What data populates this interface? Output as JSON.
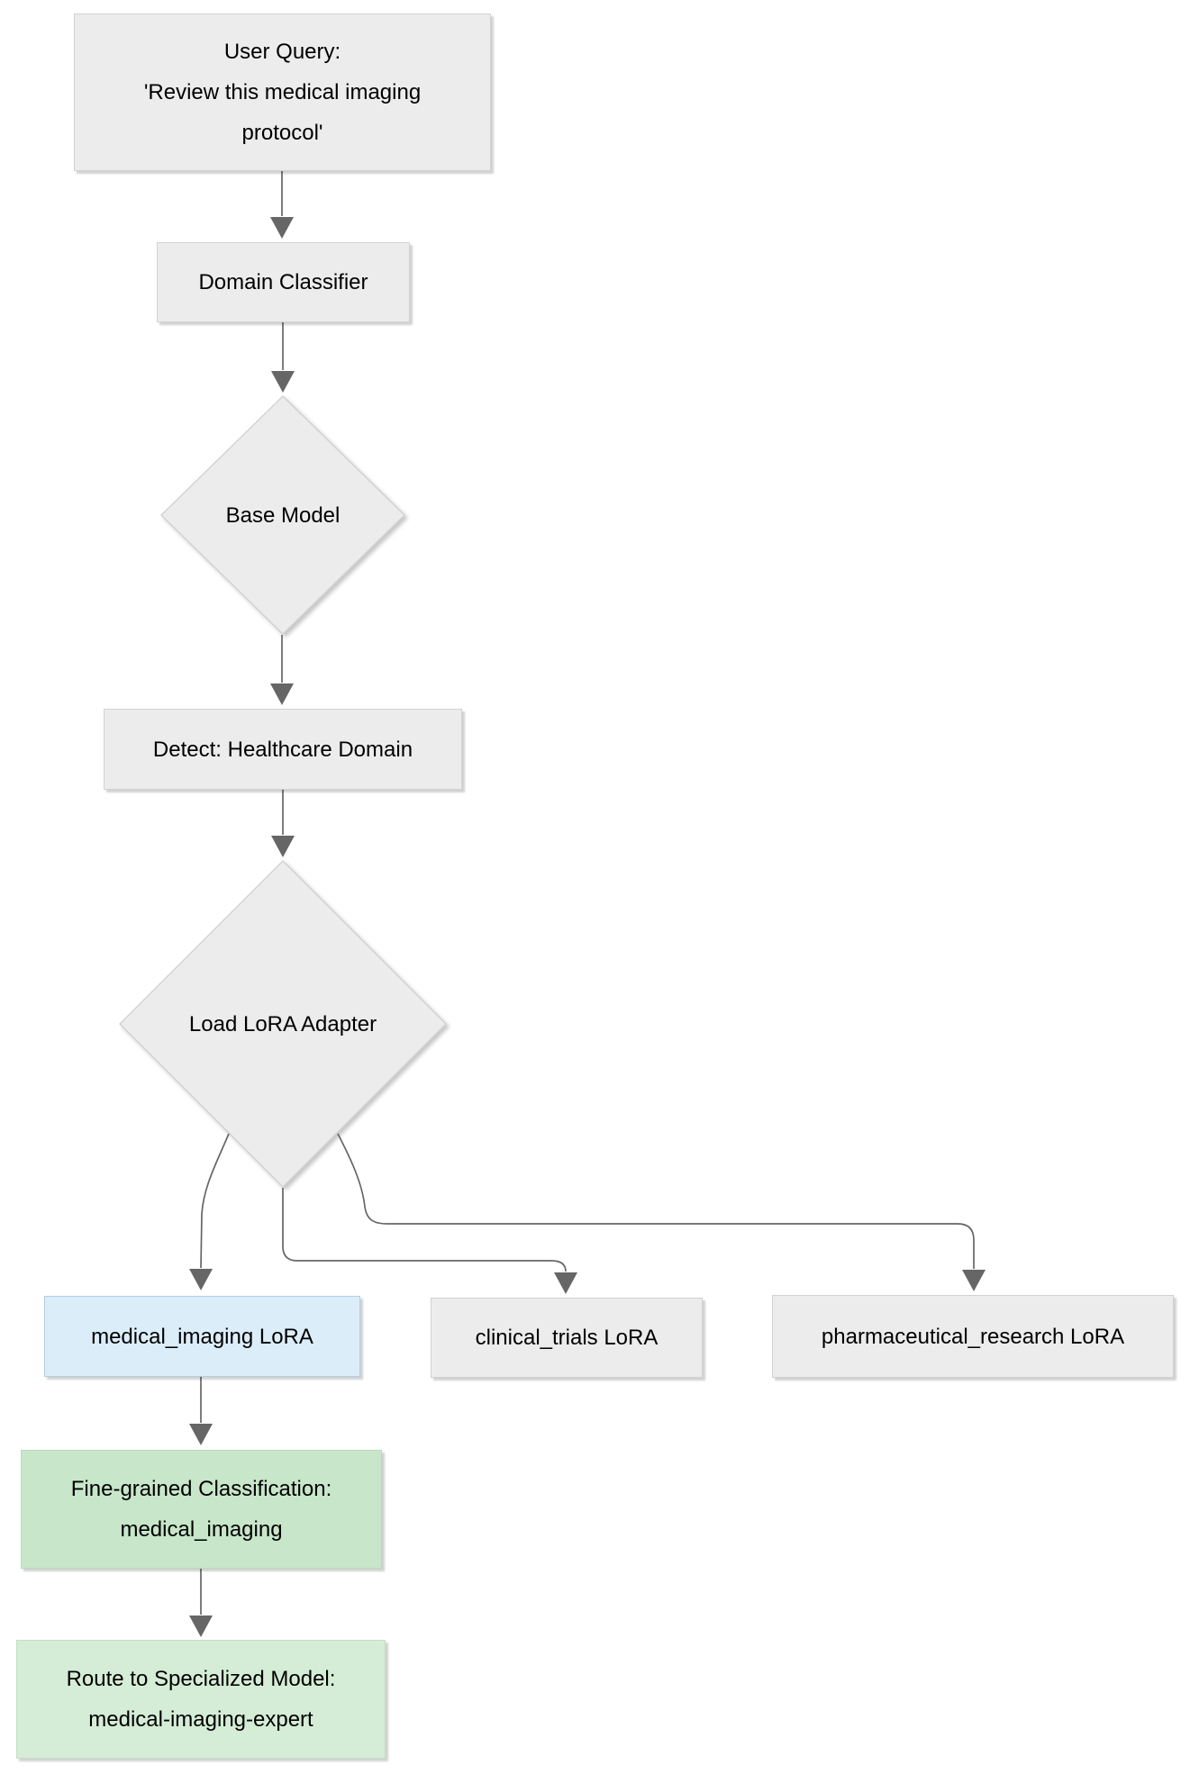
{
  "diagram": {
    "type": "flowchart-top-down",
    "nodes": {
      "user_query": {
        "label": "User Query:\n'Review this medical imaging\nprotocol'"
      },
      "domain_classifier": {
        "label": "Domain Classifier"
      },
      "base_model": {
        "label": "Base Model",
        "shape": "diamond"
      },
      "detect_healthcare": {
        "label": "Detect: Healthcare Domain"
      },
      "load_lora_adapter": {
        "label": "Load LoRA Adapter",
        "shape": "diamond"
      },
      "medical_imaging_lora": {
        "label": "medical_imaging LoRA"
      },
      "clinical_trials_lora": {
        "label": "clinical_trials LoRA"
      },
      "pharmaceutical_research_lora": {
        "label": "pharmaceutical_research LoRA"
      },
      "fine_grained_classification": {
        "label": "Fine-grained Classification:\nmedical_imaging"
      },
      "route_to_specialized_model": {
        "label": "Route to Specialized Model:\nmedical-imaging-expert"
      }
    },
    "edges": [
      {
        "from": "user_query",
        "to": "domain_classifier"
      },
      {
        "from": "domain_classifier",
        "to": "base_model"
      },
      {
        "from": "base_model",
        "to": "detect_healthcare"
      },
      {
        "from": "detect_healthcare",
        "to": "load_lora_adapter"
      },
      {
        "from": "load_lora_adapter",
        "to": "medical_imaging_lora"
      },
      {
        "from": "load_lora_adapter",
        "to": "clinical_trials_lora"
      },
      {
        "from": "load_lora_adapter",
        "to": "pharmaceutical_research_lora"
      },
      {
        "from": "medical_imaging_lora",
        "to": "fine_grained_classification"
      },
      {
        "from": "fine_grained_classification",
        "to": "route_to_specialized_model"
      }
    ]
  },
  "colors": {
    "node_gray_fill": "#ececec",
    "node_border": "#d2d2d2",
    "blue_fill": "#dcedfa",
    "blue_border": "#b3cfde",
    "green1_fill": "#c8e6c9",
    "green1_border": "#bdd8be",
    "green2_fill": "#d5ecd6",
    "green2_border": "#c6dec7",
    "edge": "#666666",
    "text": "#000000"
  }
}
